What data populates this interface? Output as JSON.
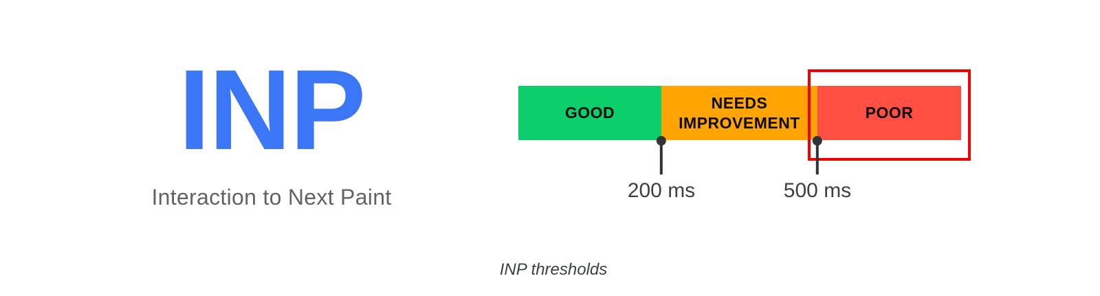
{
  "page": {
    "background": "#FFFFFF"
  },
  "logo": {
    "title": "INP",
    "title_color": "#3B76F7",
    "subtitle": "Interaction to Next Paint",
    "subtitle_color": "#5F6368"
  },
  "chart_data": {
    "type": "threshold-bar",
    "title": "INP thresholds",
    "metric": "INP",
    "unit": "ms",
    "segments": [
      {
        "label": "GOOD",
        "color": "#0CCE6B",
        "min": 0,
        "max": 200
      },
      {
        "label": "NEEDS IMPROVEMENT",
        "color": "#FFA400",
        "min": 200,
        "max": 500
      },
      {
        "label": "POOR",
        "color": "#FF4E42",
        "min": 500,
        "max": null
      }
    ],
    "thresholds": [
      {
        "value": 200,
        "label": "200 ms"
      },
      {
        "value": 500,
        "label": "500 ms"
      }
    ],
    "highlight": {
      "segment": "POOR",
      "outline_color": "#F50000"
    },
    "marker_color": "#333333",
    "label_color": "#3C4043",
    "legend_position": "none",
    "grid": false
  }
}
